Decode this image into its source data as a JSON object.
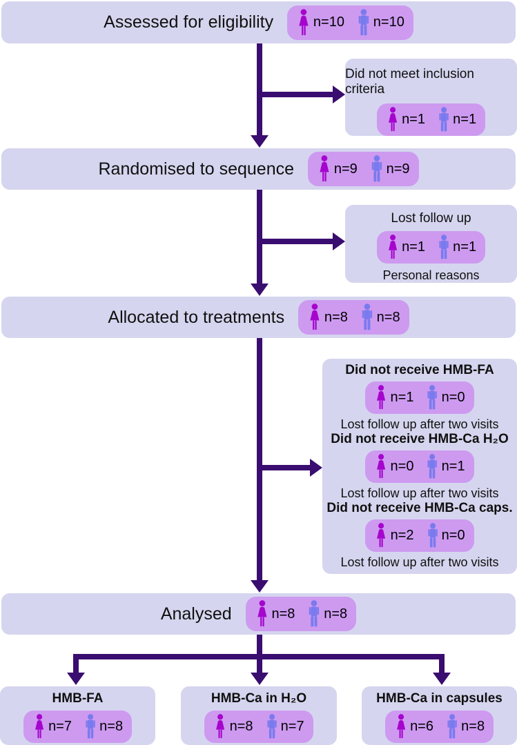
{
  "colors": {
    "box_bg": "#d5d5ef",
    "badge_bg": "#cd9af0",
    "female_icon": "#a605cd",
    "male_icon": "#7a7aee",
    "arrow": "#3a0d70"
  },
  "icons": {
    "female": "female-icon",
    "male": "male-icon"
  },
  "rows": [
    {
      "title": "Assessed for eligibility",
      "female_n": "n=10",
      "male_n": "n=10"
    },
    {
      "title": "Randomised to sequence",
      "female_n": "n=9",
      "male_n": "n=9"
    },
    {
      "title": "Allocated to treatments",
      "female_n": "n=8",
      "male_n": "n=8"
    },
    {
      "title": "Analysed",
      "female_n": "n=8",
      "male_n": "n=8"
    }
  ],
  "side_boxes": [
    {
      "title": "Did not meet inclusion criteria",
      "female_n": "n=1",
      "male_n": "n=1"
    },
    {
      "title": "Lost follow up",
      "female_n": "n=1",
      "male_n": "n=1",
      "caption": "Personal reasons"
    }
  ],
  "exclusion_box": {
    "sections": [
      {
        "title": "Did not receive HMB-FA",
        "female_n": "n=1",
        "male_n": "n=0",
        "caption": "Lost follow up after two visits"
      },
      {
        "title": "Did not receive HMB-Ca H₂O",
        "female_n": "n=0",
        "male_n": "n=1",
        "caption": "Lost follow up after two visits"
      },
      {
        "title": "Did not receive HMB-Ca caps.",
        "female_n": "n=2",
        "male_n": "n=0",
        "caption": "Lost follow up after two visits"
      }
    ]
  },
  "bottom_boxes": [
    {
      "title": "HMB-FA",
      "female_n": "n=7",
      "male_n": "n=8"
    },
    {
      "title": "HMB-Ca in H₂O",
      "female_n": "n=8",
      "male_n": "n=7"
    },
    {
      "title": "HMB-Ca in capsules",
      "female_n": "n=6",
      "male_n": "n=8"
    }
  ]
}
